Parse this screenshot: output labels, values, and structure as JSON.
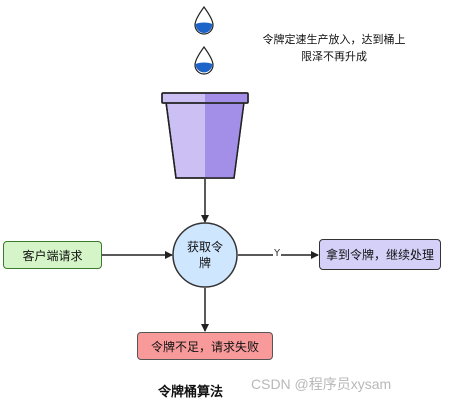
{
  "note": {
    "line1": "令牌定速生产放入，达到桶上",
    "line2": "限泽不再升成"
  },
  "nodes": {
    "client": "客户端请求",
    "get_token_line1": "获取令",
    "get_token_line2": "牌",
    "success": "拿到令牌，继续处理",
    "fail": "令牌不足，请求失败"
  },
  "edge_labels": {
    "yes": "Y"
  },
  "title": "令牌桶算法",
  "watermark": "CSDN @程序员xysam",
  "colors": {
    "drop": "#1e64c8",
    "bucket_light": "#ccbff4",
    "bucket_dark": "#a48fe8",
    "client_fill": "#d5f5c8",
    "client_border": "#3b7a2a",
    "circle_fill": "#cfe6ff",
    "success_fill": "#d4d0f7",
    "fail_fill": "#f89a9a"
  }
}
